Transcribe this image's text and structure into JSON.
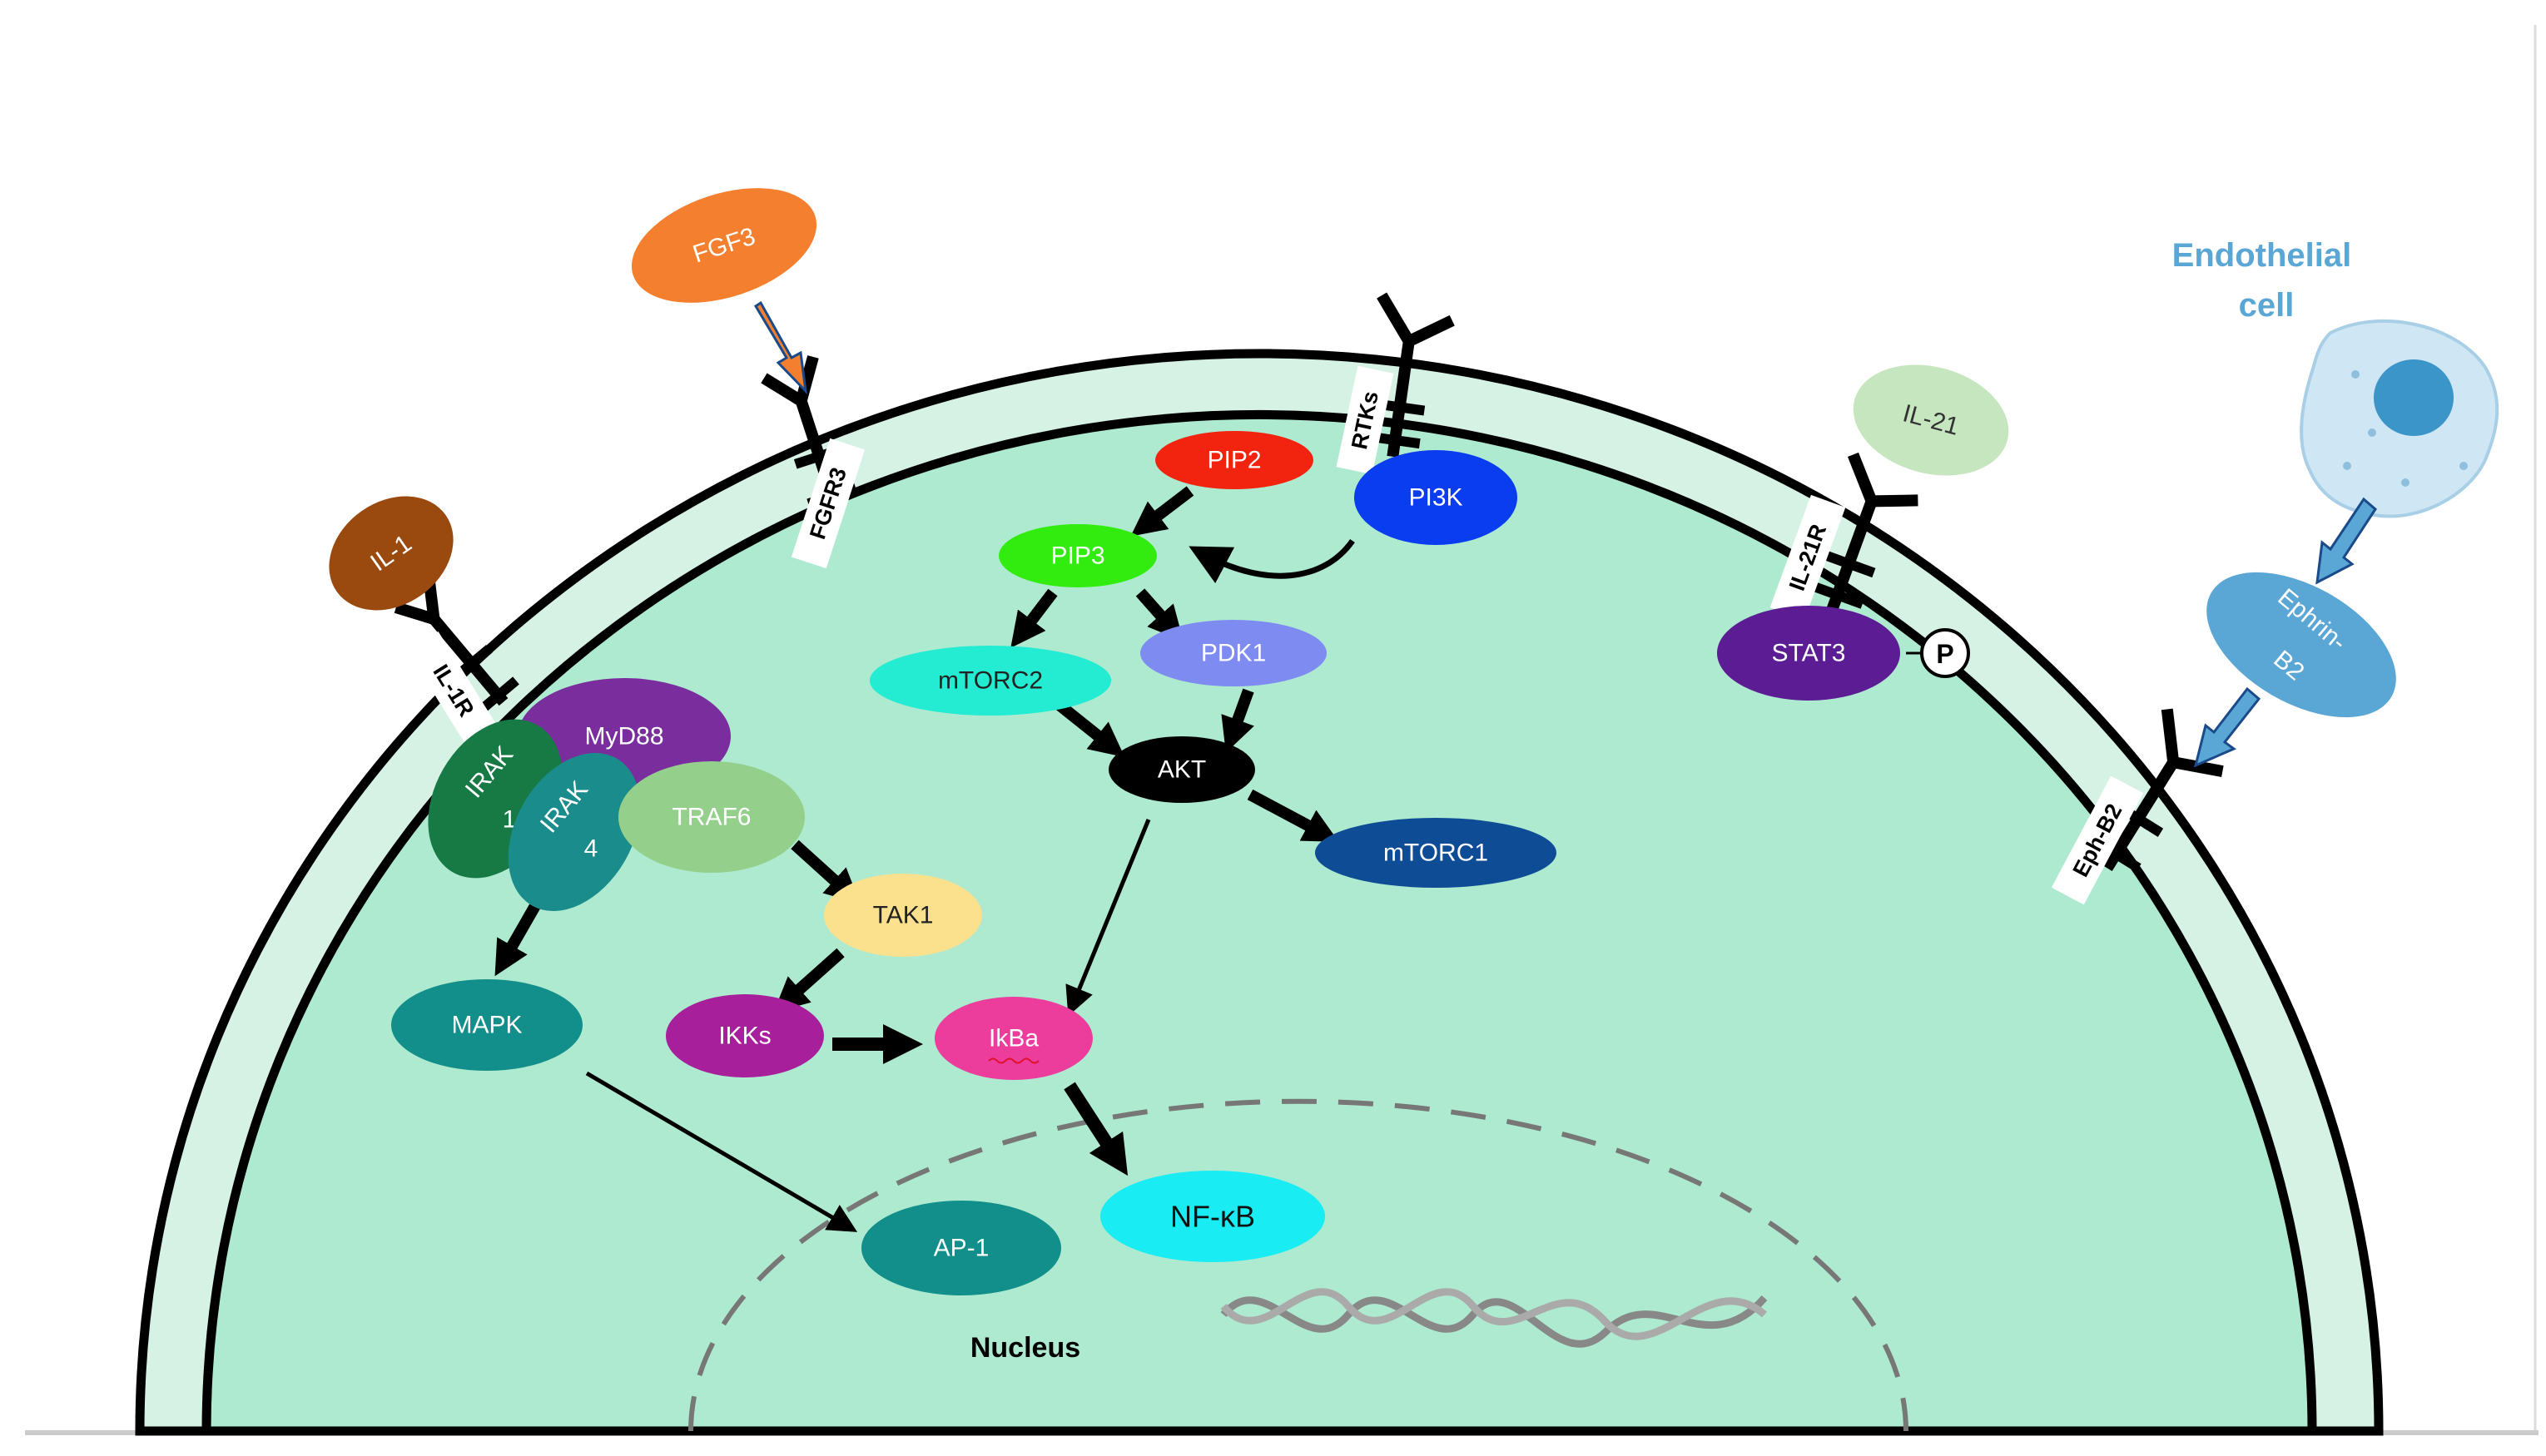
{
  "diagram": {
    "receptors": {
      "il1r": "IL-1R",
      "fgfr3": "FGFR3",
      "rtks": "RTKs",
      "il21r": "IL-21R",
      "ephb2": "Eph-B2"
    },
    "ligands": {
      "il1": "IL-1",
      "fgf3": "FGF3",
      "il21": "IL-21",
      "ephrin_b2": "Ephrin-\nB2"
    },
    "nodes": {
      "myd88": "MyD88",
      "irak1": "IRAK\n1",
      "irak4": "IRAK\n4",
      "traf6": "TRAF6",
      "tak1": "TAK1",
      "ikks": "IKKs",
      "ikba": "IkBa",
      "mapk": "MAPK",
      "ap1": "AP-1",
      "nfkb": "NF-κB",
      "pip2": "PIP2",
      "pip3": "PIP3",
      "pi3k": "PI3K",
      "mtorc2": "mTORC2",
      "pdk1": "PDK1",
      "akt": "AKT",
      "mtorc1": "mTORC1",
      "stat3": "STAT3",
      "p": "P"
    },
    "labels": {
      "endothelial": "Endothelial\ncell",
      "nucleus": "Nucleus"
    },
    "colors": {
      "cytoplasm": "#aeead0",
      "membrane": "#d6f2e4",
      "il1": "#9a4a0e",
      "fgf3": "#f4802f",
      "il21": "#c6e6c0",
      "ephrin": "#5aa6d4",
      "endothelial": "#5aa6d4",
      "myd88": "#7a2e9e",
      "irak1": "#177a45",
      "irak4": "#1a8c8c",
      "traf6": "#94d08c",
      "tak1": "#fbe08e",
      "ikks": "#a81f9c",
      "ikba": "#ec3c9c",
      "mapk": "#128f8a",
      "ap1": "#128f8a",
      "nfkb": "#19ecf2",
      "pip2": "#f22410",
      "pip3": "#32ec10",
      "pi3k": "#0a3cf0",
      "mtorc2": "#24ecd2",
      "pdk1": "#7e8cf2",
      "akt": "#000000",
      "mtorc1": "#0e4c96",
      "stat3": "#5c1d94"
    }
  }
}
